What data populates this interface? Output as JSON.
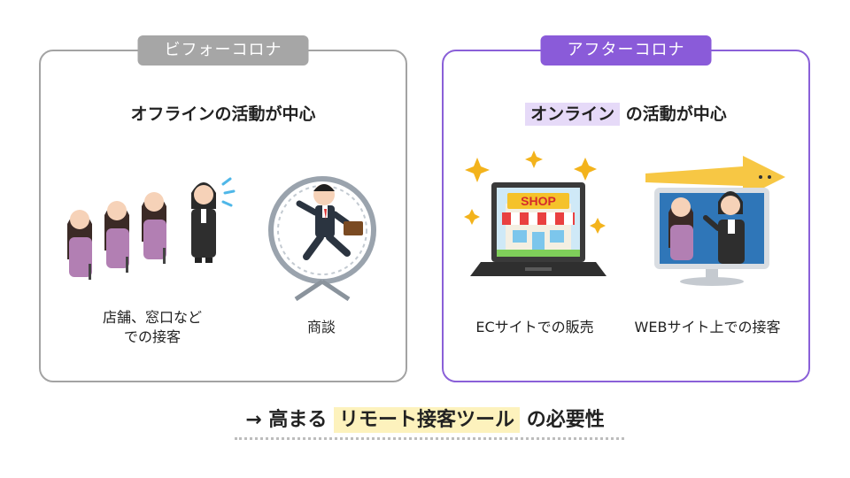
{
  "before": {
    "tag": "ビフォーコロナ",
    "heading": "オフラインの活動が中心",
    "items": [
      {
        "caption_line1": "店舗、窓口など",
        "caption_line2": "での接客"
      },
      {
        "caption_line1": "商談"
      }
    ]
  },
  "after": {
    "tag": "アフターコロナ",
    "heading_highlight": "オンライン",
    "heading_rest": " の活動が中心",
    "items": [
      {
        "caption_line1": "ECサイトでの販売",
        "shop_sign": "SHOP"
      },
      {
        "caption_line1": "WEBサイト上での接客"
      }
    ]
  },
  "bottom": {
    "arrow": "→",
    "prefix": "高まる ",
    "highlight": "リモート接客ツール",
    "suffix": " の必要性"
  },
  "colors": {
    "before_accent": "#a6a6a6",
    "after_accent": "#8a5bd9",
    "purple_highlight": "#e6daf8",
    "yellow_highlight": "#fdf2bd"
  }
}
